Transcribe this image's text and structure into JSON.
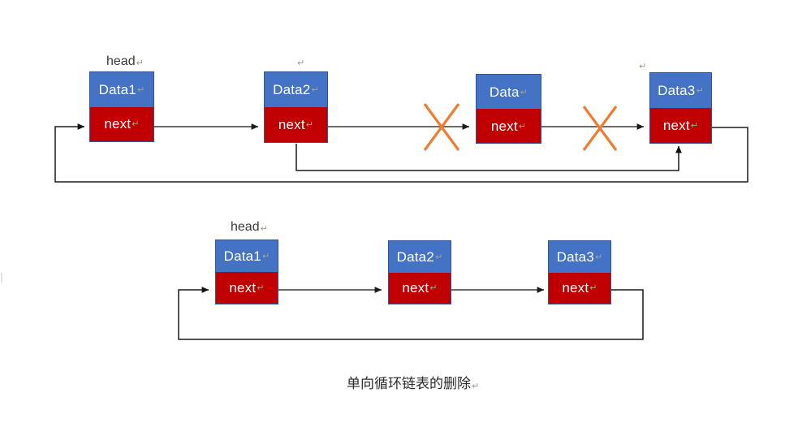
{
  "diagram": {
    "caption": "单向循环链表的删除",
    "cr_glyph": "↵",
    "colors": {
      "data_cell": "#4472C4",
      "next_cell": "#C00000",
      "node_border": "#2F5597",
      "arrow": "#3c3c3c",
      "delete_mark": "#ED7D31",
      "label_text": "#3a3a3a",
      "cell_text": "#ffffff",
      "background": "#ffffff"
    },
    "rows": [
      {
        "id": "before-deletion",
        "head_label": "head",
        "nodes": [
          {
            "id": "top-node-1",
            "data": "Data1",
            "next": "next",
            "top_label": "head"
          },
          {
            "id": "top-node-2",
            "data": "Data2",
            "next": "next",
            "top_label": ""
          },
          {
            "id": "top-node-3",
            "data": "Data",
            "next": "next",
            "top_label": ""
          },
          {
            "id": "top-node-4",
            "data": "Data3",
            "next": "next",
            "top_label": ""
          }
        ],
        "delete_marks": 2,
        "delete_mark_name": "x-delete-mark"
      },
      {
        "id": "after-deletion",
        "head_label": "head",
        "nodes": [
          {
            "id": "bottom-node-1",
            "data": "Data1",
            "next": "next",
            "top_label": "head"
          },
          {
            "id": "bottom-node-2",
            "data": "Data2",
            "next": "next",
            "top_label": ""
          },
          {
            "id": "bottom-node-3",
            "data": "Data3",
            "next": "next",
            "top_label": ""
          }
        ],
        "delete_marks": 0
      }
    ]
  }
}
